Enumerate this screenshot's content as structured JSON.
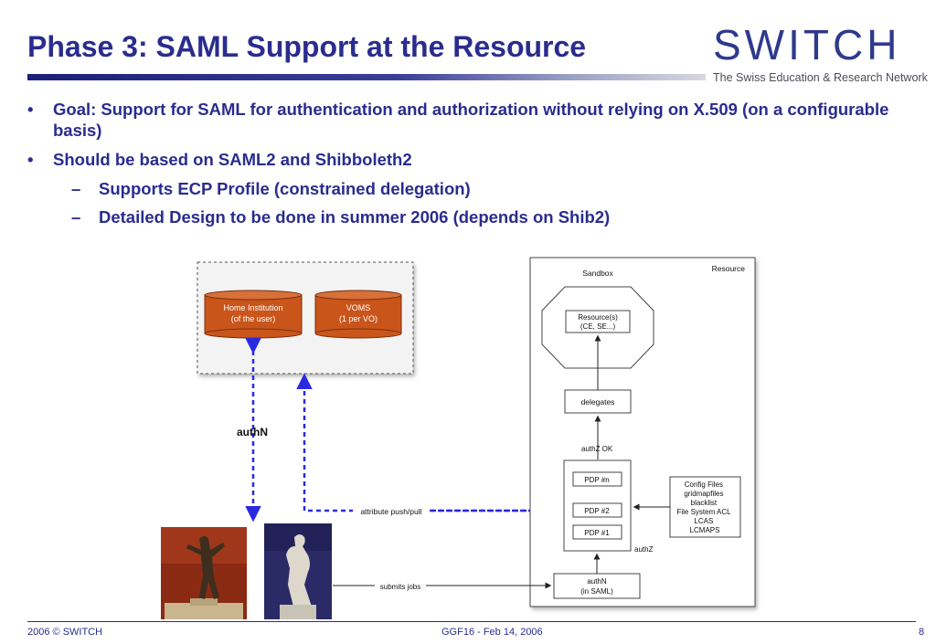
{
  "slide": {
    "title": "Phase 3: SAML Support at the Resource",
    "logo_word": "SWITCH",
    "logo_sub": "The Swiss Education & Research Network",
    "bullets": [
      {
        "text": "Goal: Support for SAML for authentication and authorization without relying on X.509 (on a configurable basis)"
      },
      {
        "text": "Should be based on SAML2 and Shibboleth2",
        "sub": [
          "Supports ECP Profile (constrained delegation)",
          "Detailed Design to be done in summer 2006 (depends on Shib2)"
        ]
      }
    ],
    "footer_left": "2006 © SWITCH",
    "footer_center": "GGF16 - Feb 14, 2006",
    "footer_right": "8"
  },
  "diagram": {
    "home_institution": "Home Institution",
    "home_institution_sub": "(of the user)",
    "voms": "VOMS",
    "voms_sub": "(1 per VO)",
    "authn_label": "authN",
    "attribute_label": "attribute push/pull",
    "submits_label": "submits jobs",
    "resource_title": "Resource",
    "sandbox_title": "Sandbox",
    "resources": "Resource(s)",
    "resources_sub": "(CE, SE...)",
    "delegates": "delegates",
    "authz_ok": "authZ OK",
    "pdp_n": "PDP #n",
    "pdp_2": "PDP #2",
    "pdp_1": "PDP #1",
    "authz": "authZ",
    "authn_box": "authN",
    "authn_box_sub": "(in SAML)",
    "config_lines": [
      "Config Files",
      "gridmapfiles",
      "blacklist",
      "File System ACL",
      "LCAS",
      "LCMAPS"
    ]
  },
  "colors": {
    "title": "#2a2c8e",
    "cylinder": "#c9551b",
    "arrow_blue": "#2a2ae0"
  }
}
